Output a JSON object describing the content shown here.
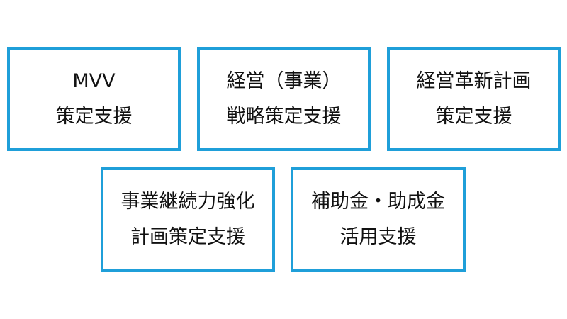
{
  "colors": {
    "accent": "#1f9fd9",
    "text": "#111111",
    "background": "#ffffff"
  },
  "diagram": {
    "boxes": [
      {
        "id": "mvv-support",
        "line1": "MVV",
        "line2": "策定支援"
      },
      {
        "id": "business-strategy-support",
        "line1": "経営（事業）",
        "line2": "戦略策定支援"
      },
      {
        "id": "innovation-plan-support",
        "line1": "経営革新計画",
        "line2": "策定支援"
      },
      {
        "id": "continuity-plan-support",
        "line1": "事業継続力強化",
        "line2": "計画策定支援"
      },
      {
        "id": "subsidy-grant-support",
        "line1": "補助金・助成金",
        "line2": "活用支援"
      }
    ]
  }
}
